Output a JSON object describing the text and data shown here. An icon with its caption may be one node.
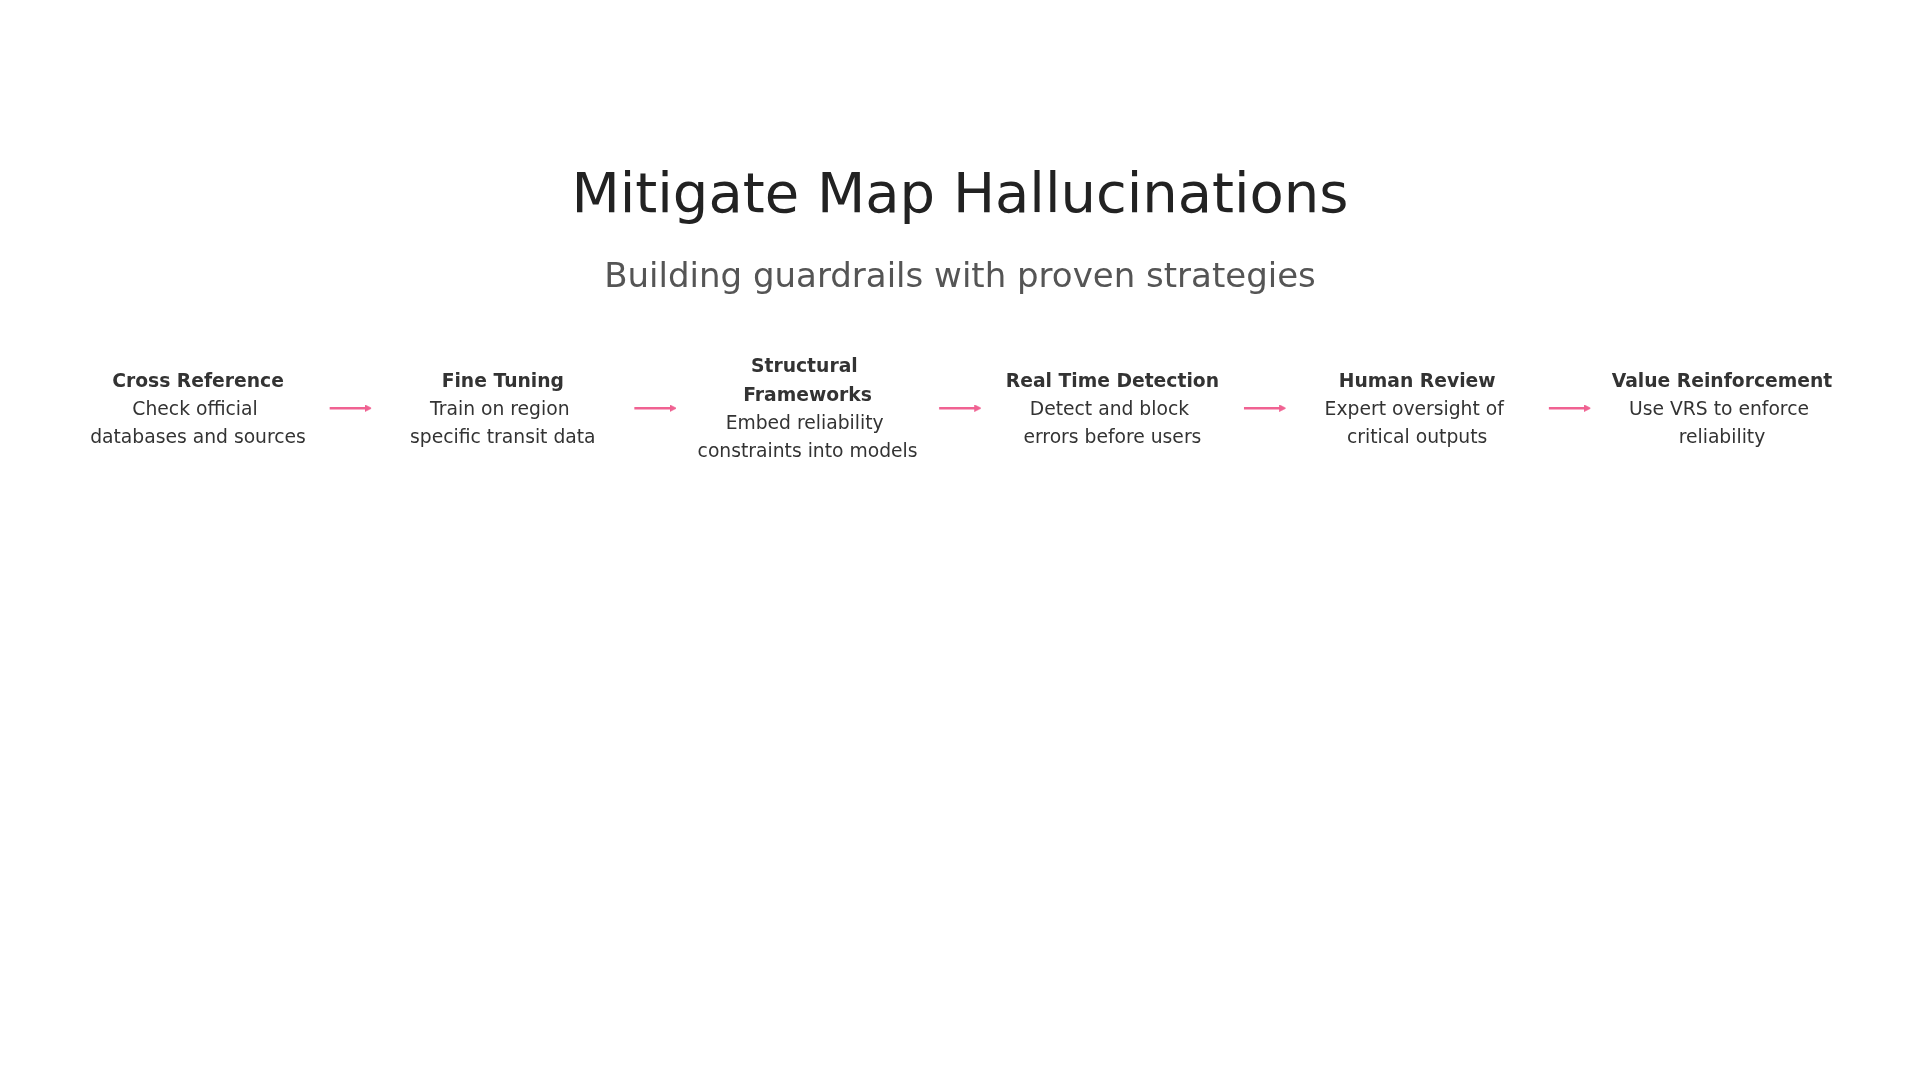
{
  "diagram": {
    "title": "Mitigate Map Hallucinations",
    "nodes": [
      {
        "text": [
          "Cross Reference",
          "Check official databases and sources"
        ]
      },
      {
        "text": [
          "Fine Tuning",
          "Train on region specific transit data"
        ]
      },
      {
        "text": [
          "Structural Frameworks",
          "Embed reliability constraints into models"
        ]
      },
      {
        "text": [
          "Value Reinforcement",
          "Use VRS to enforce reliability"
        ]
      },
      {
        "text": [
          "Human Review",
          "Expert oversight of critical outputs"
        ]
      },
      {
        "text": [
          "Real Time Detection",
          "Detect and block errors before users"
        ]
      }
    ],
    "edges": [
      {
        "from": 0,
        "to": 1,
        "arrow": "to"
      },
      {
        "from": 1,
        "to": 2,
        "arrow": "to"
      },
      {
        "from": 2,
        "to": 5,
        "arrow": "to"
      },
      {
        "from": 5,
        "to": 4,
        "arrow": "to"
      },
      {
        "from": 4,
        "to": 3,
        "arrow": "to"
      }
    ],
    "labels": [
      "Building guardrails with proven strategies"
    ]
  }
}
